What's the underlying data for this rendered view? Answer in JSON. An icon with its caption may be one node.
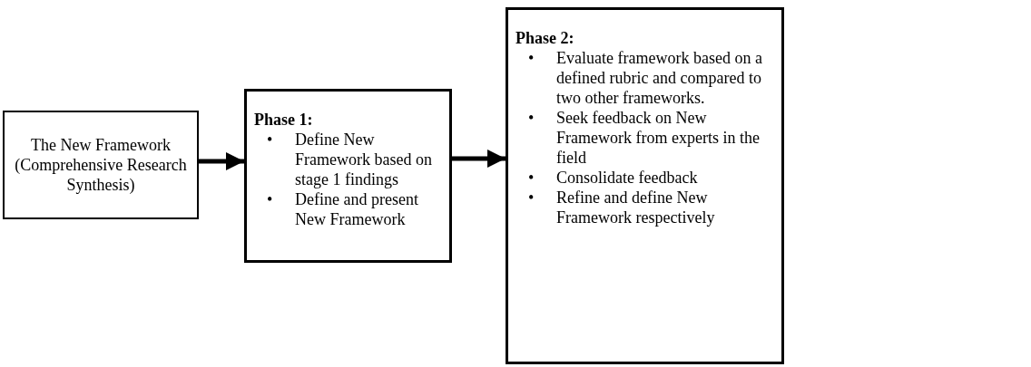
{
  "diagram": {
    "nodes": [
      {
        "text": [
          "The New Framework (Comprehensive Research Synthesis)"
        ]
      },
      {
        "text": [
          "Phase 1:",
          "Define New Framework based on stage 1 findings",
          "Define and present New Framework"
        ]
      },
      {
        "text": [
          "Phase 2:",
          "Evaluate framework based on a defined rubric and compared to two other frameworks.",
          "Seek feedback on New Framework from experts in the field",
          "Consolidate feedback",
          "Refine and define New Framework respectively"
        ]
      }
    ],
    "edges": [
      {
        "from": 0,
        "to": 1,
        "arrow": "to"
      },
      {
        "from": 1,
        "to": 2,
        "arrow": "to"
      }
    ],
    "labels": [
      "•",
      "•",
      "•",
      "•",
      "•",
      "•"
    ]
  }
}
